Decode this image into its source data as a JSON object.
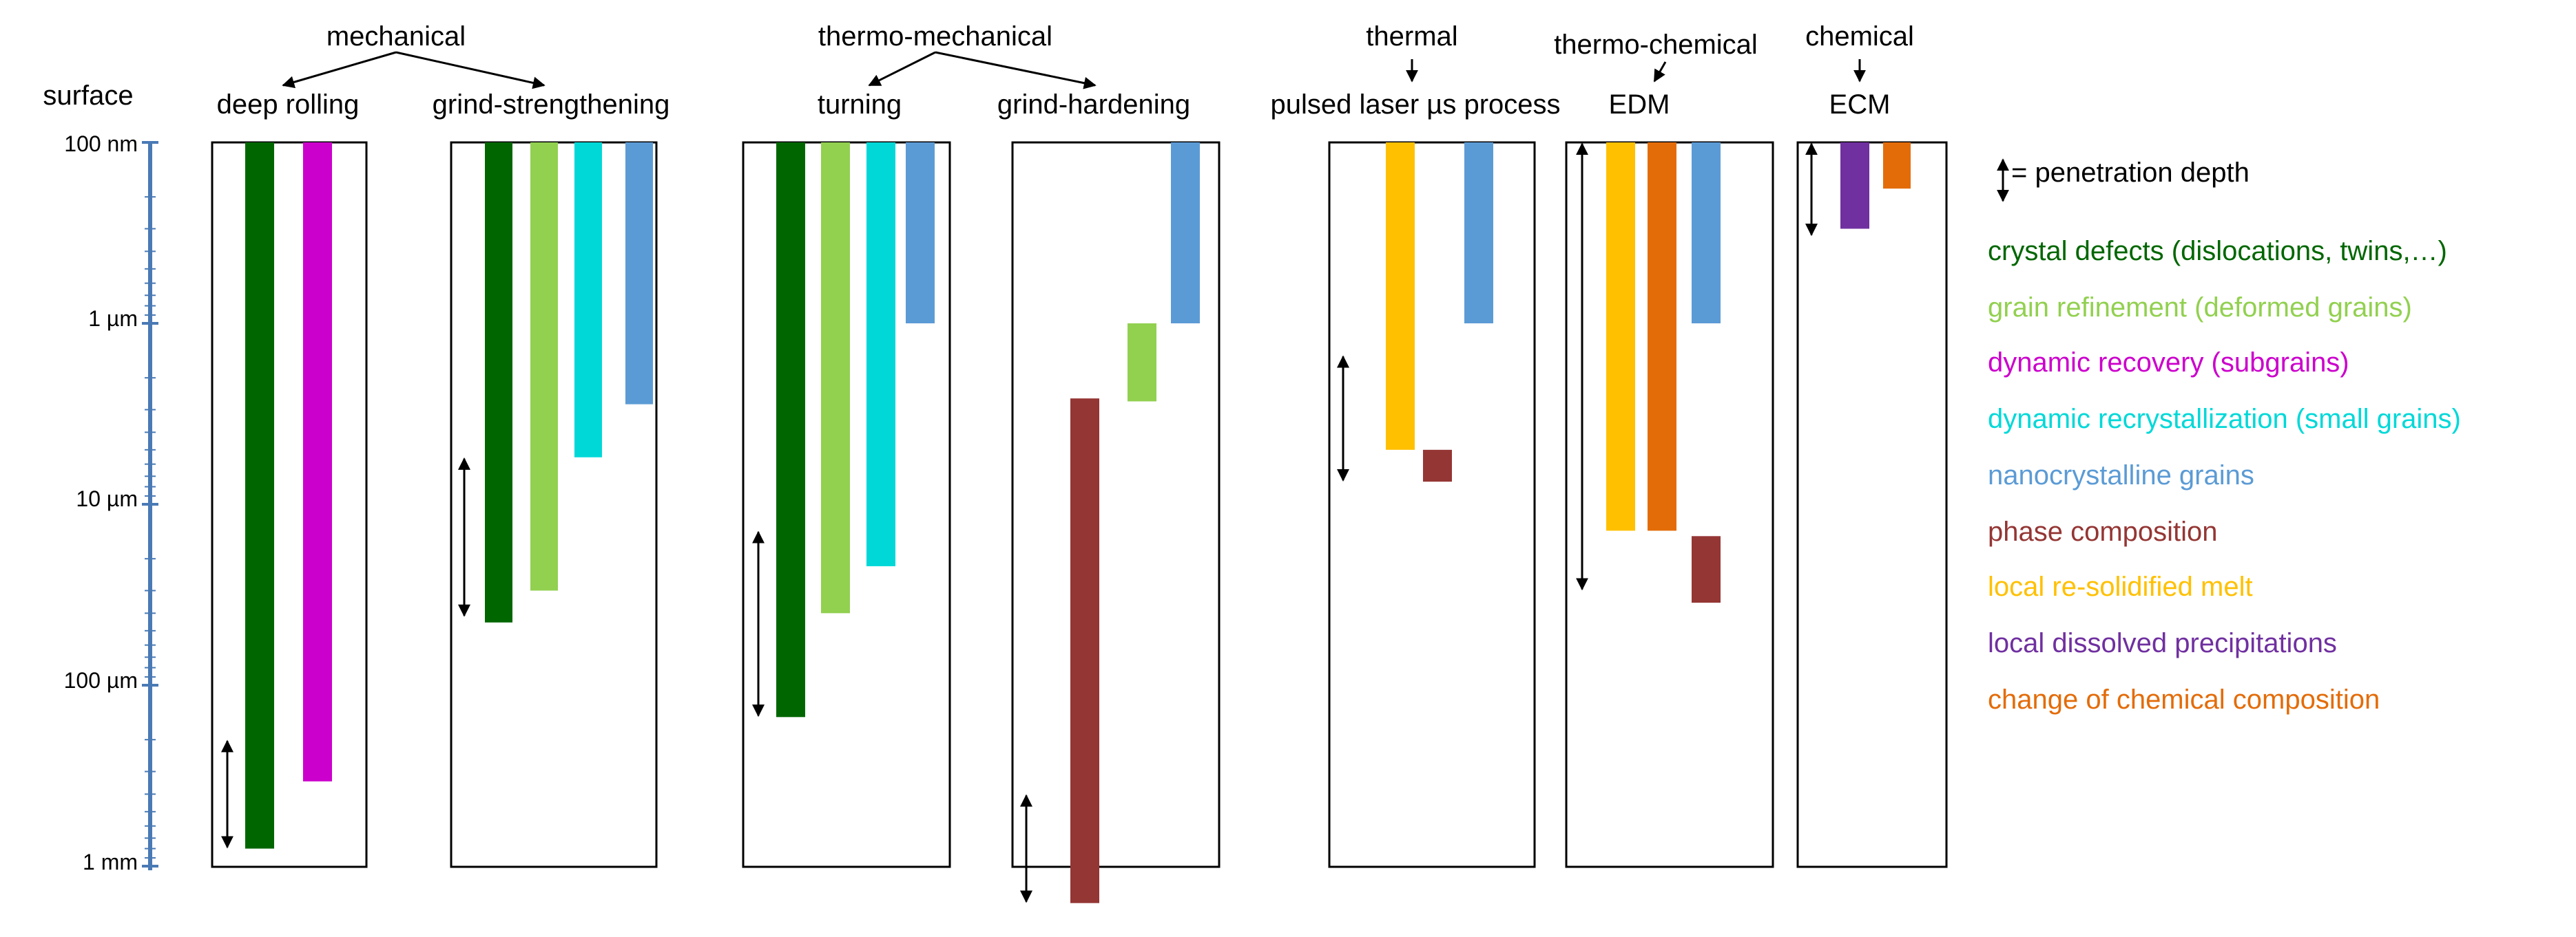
{
  "categories": [
    {
      "label": "mechanical",
      "children": [
        "deep rolling",
        "grind-strengthening"
      ]
    },
    {
      "label": "thermo-mechanical",
      "children": [
        "turning",
        "grind-hardening"
      ]
    },
    {
      "label": "thermal",
      "children": [
        "pulsed laser µs process"
      ]
    },
    {
      "label": "thermo-chemical",
      "children": [
        "EDM"
      ]
    },
    {
      "label": "chemical",
      "children": [
        "ECM"
      ]
    }
  ],
  "axis": {
    "title": "surface",
    "scale": "log",
    "ticks": [
      "100 nm",
      "1 µm",
      "10 µm",
      "100 µm",
      "1 mm"
    ],
    "minor_ticks_per_decade": 9,
    "color": "#4a7ab5"
  },
  "legend": {
    "penetration_label": "= penetration depth",
    "items": [
      {
        "key": "crystal_defects",
        "label": "crystal defects (dislocations, twins,…)",
        "color": "#006600"
      },
      {
        "key": "grain_refinement",
        "label": "grain refinement (deformed grains)",
        "color": "#92d050"
      },
      {
        "key": "dynamic_recovery",
        "label": "dynamic recovery (subgrains)",
        "color": "#cc00cc"
      },
      {
        "key": "dynamic_recrystallization",
        "label": "dynamic recrystallization (small grains)",
        "color": "#00d8d8"
      },
      {
        "key": "nanocrystalline",
        "label": "nanocrystalline grains",
        "color": "#5b9bd5"
      },
      {
        "key": "phase_composition",
        "label": "phase composition",
        "color": "#943634"
      },
      {
        "key": "resolidified_melt",
        "label": "local re-solidified melt",
        "color": "#ffc000"
      },
      {
        "key": "dissolved_precipitations",
        "label": "local dissolved precipitations",
        "color": "#7030a0"
      },
      {
        "key": "chemical_composition",
        "label": "change of chemical composition",
        "color": "#e36c09"
      }
    ]
  },
  "processes": [
    {
      "name": "deep rolling",
      "bars": [
        {
          "effect": "crystal_defects",
          "from_um": 0.1,
          "to_um": 800
        },
        {
          "effect": "dynamic_recovery",
          "from_um": 0.1,
          "to_um": 340
        }
      ],
      "penetration": {
        "from_um": 200,
        "to_um": 800
      }
    },
    {
      "name": "grind-strengthening",
      "bars": [
        {
          "effect": "crystal_defects",
          "from_um": 0.1,
          "to_um": 45
        },
        {
          "effect": "grain_refinement",
          "from_um": 0.1,
          "to_um": 30
        },
        {
          "effect": "dynamic_recrystallization",
          "from_um": 0.1,
          "to_um": 5.5
        },
        {
          "effect": "nanocrystalline",
          "from_um": 0.1,
          "to_um": 2.8
        }
      ],
      "penetration": {
        "from_um": 5.5,
        "to_um": 42
      }
    },
    {
      "name": "turning",
      "bars": [
        {
          "effect": "crystal_defects",
          "from_um": 0.1,
          "to_um": 150
        },
        {
          "effect": "grain_refinement",
          "from_um": 0.1,
          "to_um": 40
        },
        {
          "effect": "dynamic_recrystallization",
          "from_um": 0.1,
          "to_um": 22
        },
        {
          "effect": "nanocrystalline",
          "from_um": 0.1,
          "to_um": 1
        }
      ],
      "penetration": {
        "from_um": 14,
        "to_um": 150
      }
    },
    {
      "name": "grind-hardening",
      "bars": [
        {
          "effect": "nanocrystalline",
          "from_um": 0.1,
          "to_um": 1
        },
        {
          "effect": "grain_refinement",
          "from_um": 1,
          "to_um": 2.7
        },
        {
          "effect": "phase_composition",
          "from_um": 2.6,
          "to_um": 1600
        }
      ],
      "penetration": {
        "from_um": 400,
        "to_um": 1600
      }
    },
    {
      "name": "pulsed laser µs process",
      "bars": [
        {
          "effect": "resolidified_melt",
          "from_um": 0.1,
          "to_um": 5
        },
        {
          "effect": "nanocrystalline",
          "from_um": 0.1,
          "to_um": 1
        },
        {
          "effect": "phase_composition",
          "from_um": 5,
          "to_um": 7.5
        }
      ],
      "penetration": {
        "from_um": 1.5,
        "to_um": 7.5
      }
    },
    {
      "name": "EDM",
      "bars": [
        {
          "effect": "resolidified_melt",
          "from_um": 0.1,
          "to_um": 14
        },
        {
          "effect": "chemical_composition",
          "from_um": 0.1,
          "to_um": 14
        },
        {
          "effect": "nanocrystalline",
          "from_um": 0.1,
          "to_um": 1
        },
        {
          "effect": "phase_composition",
          "from_um": 15,
          "to_um": 35
        }
      ],
      "penetration": {
        "from_um": 0.1,
        "to_um": 30
      }
    },
    {
      "name": "ECM",
      "bars": [
        {
          "effect": "dissolved_precipitations",
          "from_um": 0.1,
          "to_um": 0.3
        },
        {
          "effect": "chemical_composition",
          "from_um": 0.1,
          "to_um": 0.18
        }
      ],
      "penetration": {
        "from_um": 0.1,
        "to_um": 0.33
      }
    }
  ]
}
